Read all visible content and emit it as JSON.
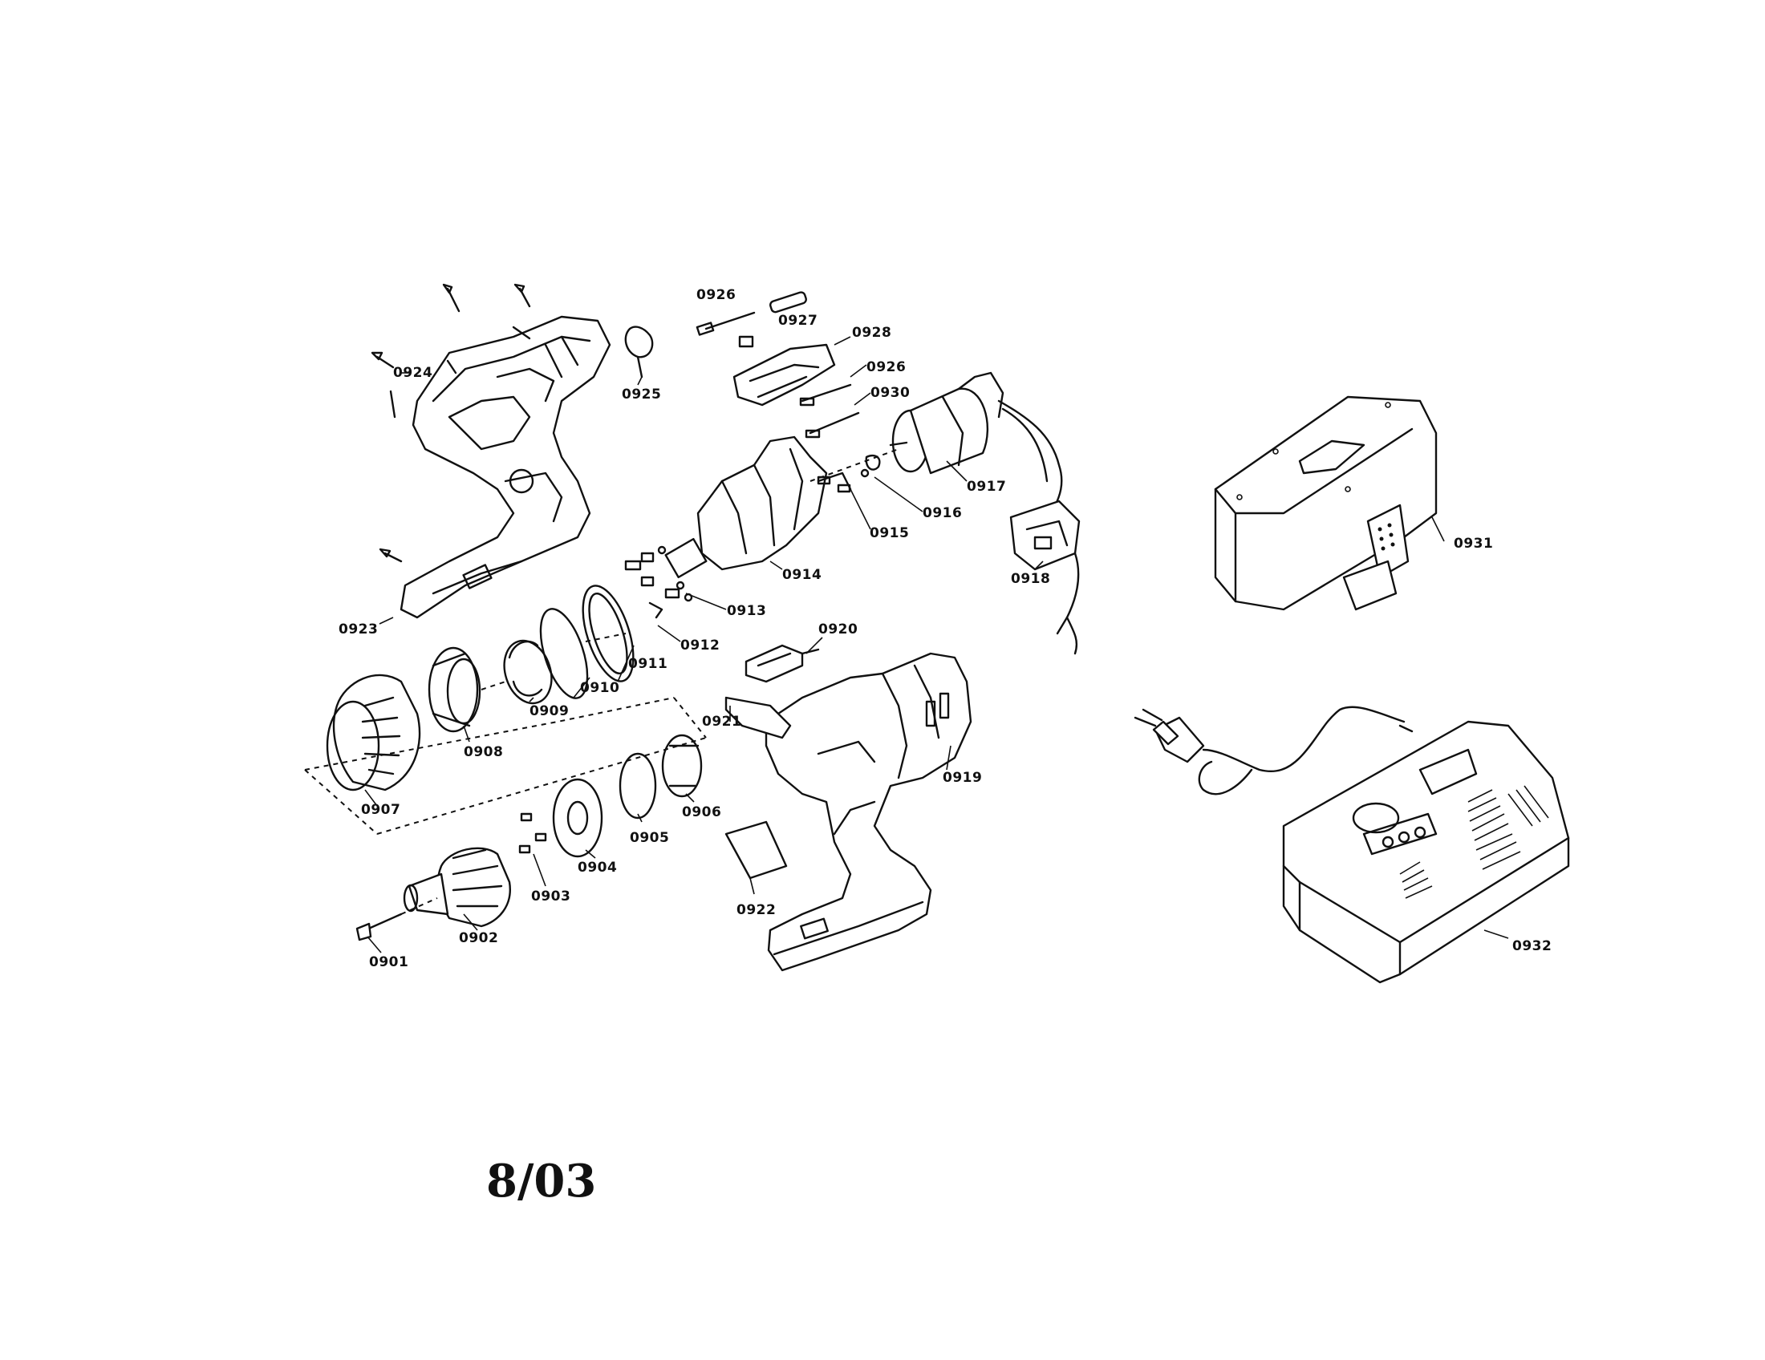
{
  "date_stamp": "8/03",
  "parts": [
    {
      "id": "0901",
      "label": "0901"
    },
    {
      "id": "0902",
      "label": "0902"
    },
    {
      "id": "0903",
      "label": "0903"
    },
    {
      "id": "0904",
      "label": "0904"
    },
    {
      "id": "0905",
      "label": "0905"
    },
    {
      "id": "0906",
      "label": "0906"
    },
    {
      "id": "0907",
      "label": "0907"
    },
    {
      "id": "0908",
      "label": "0908"
    },
    {
      "id": "0909",
      "label": "0909"
    },
    {
      "id": "0910",
      "label": "0910"
    },
    {
      "id": "0911",
      "label": "0911"
    },
    {
      "id": "0912",
      "label": "0912"
    },
    {
      "id": "0913",
      "label": "0913"
    },
    {
      "id": "0914",
      "label": "0914"
    },
    {
      "id": "0915",
      "label": "0915"
    },
    {
      "id": "0916",
      "label": "0916"
    },
    {
      "id": "0917",
      "label": "0917"
    },
    {
      "id": "0918",
      "label": "0918"
    },
    {
      "id": "0919",
      "label": "0919"
    },
    {
      "id": "0920",
      "label": "0920"
    },
    {
      "id": "0921",
      "label": "0921"
    },
    {
      "id": "0922",
      "label": "0922"
    },
    {
      "id": "0923",
      "label": "0923"
    },
    {
      "id": "0924",
      "label": "0924"
    },
    {
      "id": "0925",
      "label": "0925"
    },
    {
      "id": "0926a",
      "label": "0926"
    },
    {
      "id": "0927",
      "label": "0927"
    },
    {
      "id": "0928",
      "label": "0928"
    },
    {
      "id": "0926b",
      "label": "0926"
    },
    {
      "id": "0930",
      "label": "0930"
    },
    {
      "id": "0931",
      "label": "0931"
    },
    {
      "id": "0932",
      "label": "0932"
    }
  ]
}
